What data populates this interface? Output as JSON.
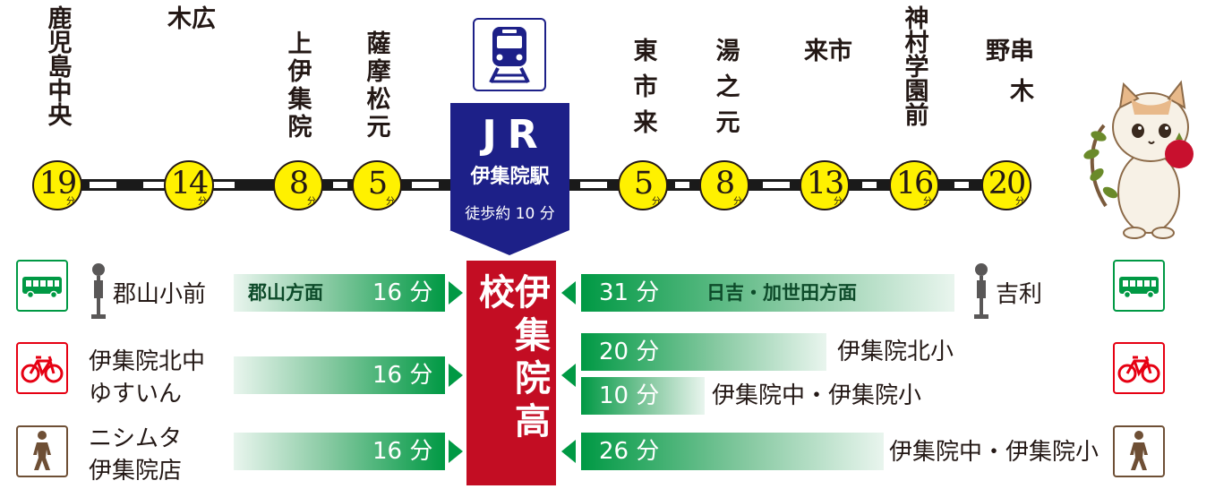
{
  "stations_left": [
    {
      "name": "鹿児島中央",
      "minutes": "19"
    },
    {
      "name": "広木",
      "minutes": "14"
    },
    {
      "name": "上伊集院",
      "minutes": "8"
    },
    {
      "name": "薩摩松元",
      "minutes": "5"
    }
  ],
  "stations_right": [
    {
      "name": "東市来",
      "minutes": "5"
    },
    {
      "name": "湯之元",
      "minutes": "8"
    },
    {
      "name": "市来",
      "minutes": "13"
    },
    {
      "name": "神村学園前",
      "minutes": "16"
    },
    {
      "name": "串木野",
      "minutes": "20"
    }
  ],
  "minute_unit": "分",
  "jr": {
    "title": "JR",
    "station": "伊集院駅",
    "walk": "徒歩約 10 分",
    "icon": "train-icon"
  },
  "school": {
    "name": "伊集院高校"
  },
  "bus": {
    "left_stop": "郡山小前",
    "left_direction": "郡山方面",
    "left_time": "16 分",
    "right_time": "31 分",
    "right_direction": "日吉・加世田方面",
    "right_stop": "吉利",
    "icon": "bus-icon",
    "stop_icon": "bus-stop-icon"
  },
  "bicycle": {
    "left_from_line1": "伊集院北中",
    "left_from_line2": "ゆすいん",
    "left_time": "16 分",
    "right1_time": "20 分",
    "right1_from": "伊集院北小",
    "right2_time": "10 分",
    "right2_from": "伊集院中・伊集院小",
    "icon": "bicycle-icon"
  },
  "walk": {
    "left_from_line1": "ニシムタ",
    "left_from_line2": "伊集院店",
    "left_time": "16 分",
    "right_time": "26 分",
    "right_from": "伊集院中・伊集院小",
    "icon": "walking-person-icon"
  },
  "colors": {
    "jr_blue": "#1d2088",
    "school_red": "#c30d23",
    "green": "#009944",
    "yellow": "#fff100",
    "bicycle_red": "#e60012"
  }
}
